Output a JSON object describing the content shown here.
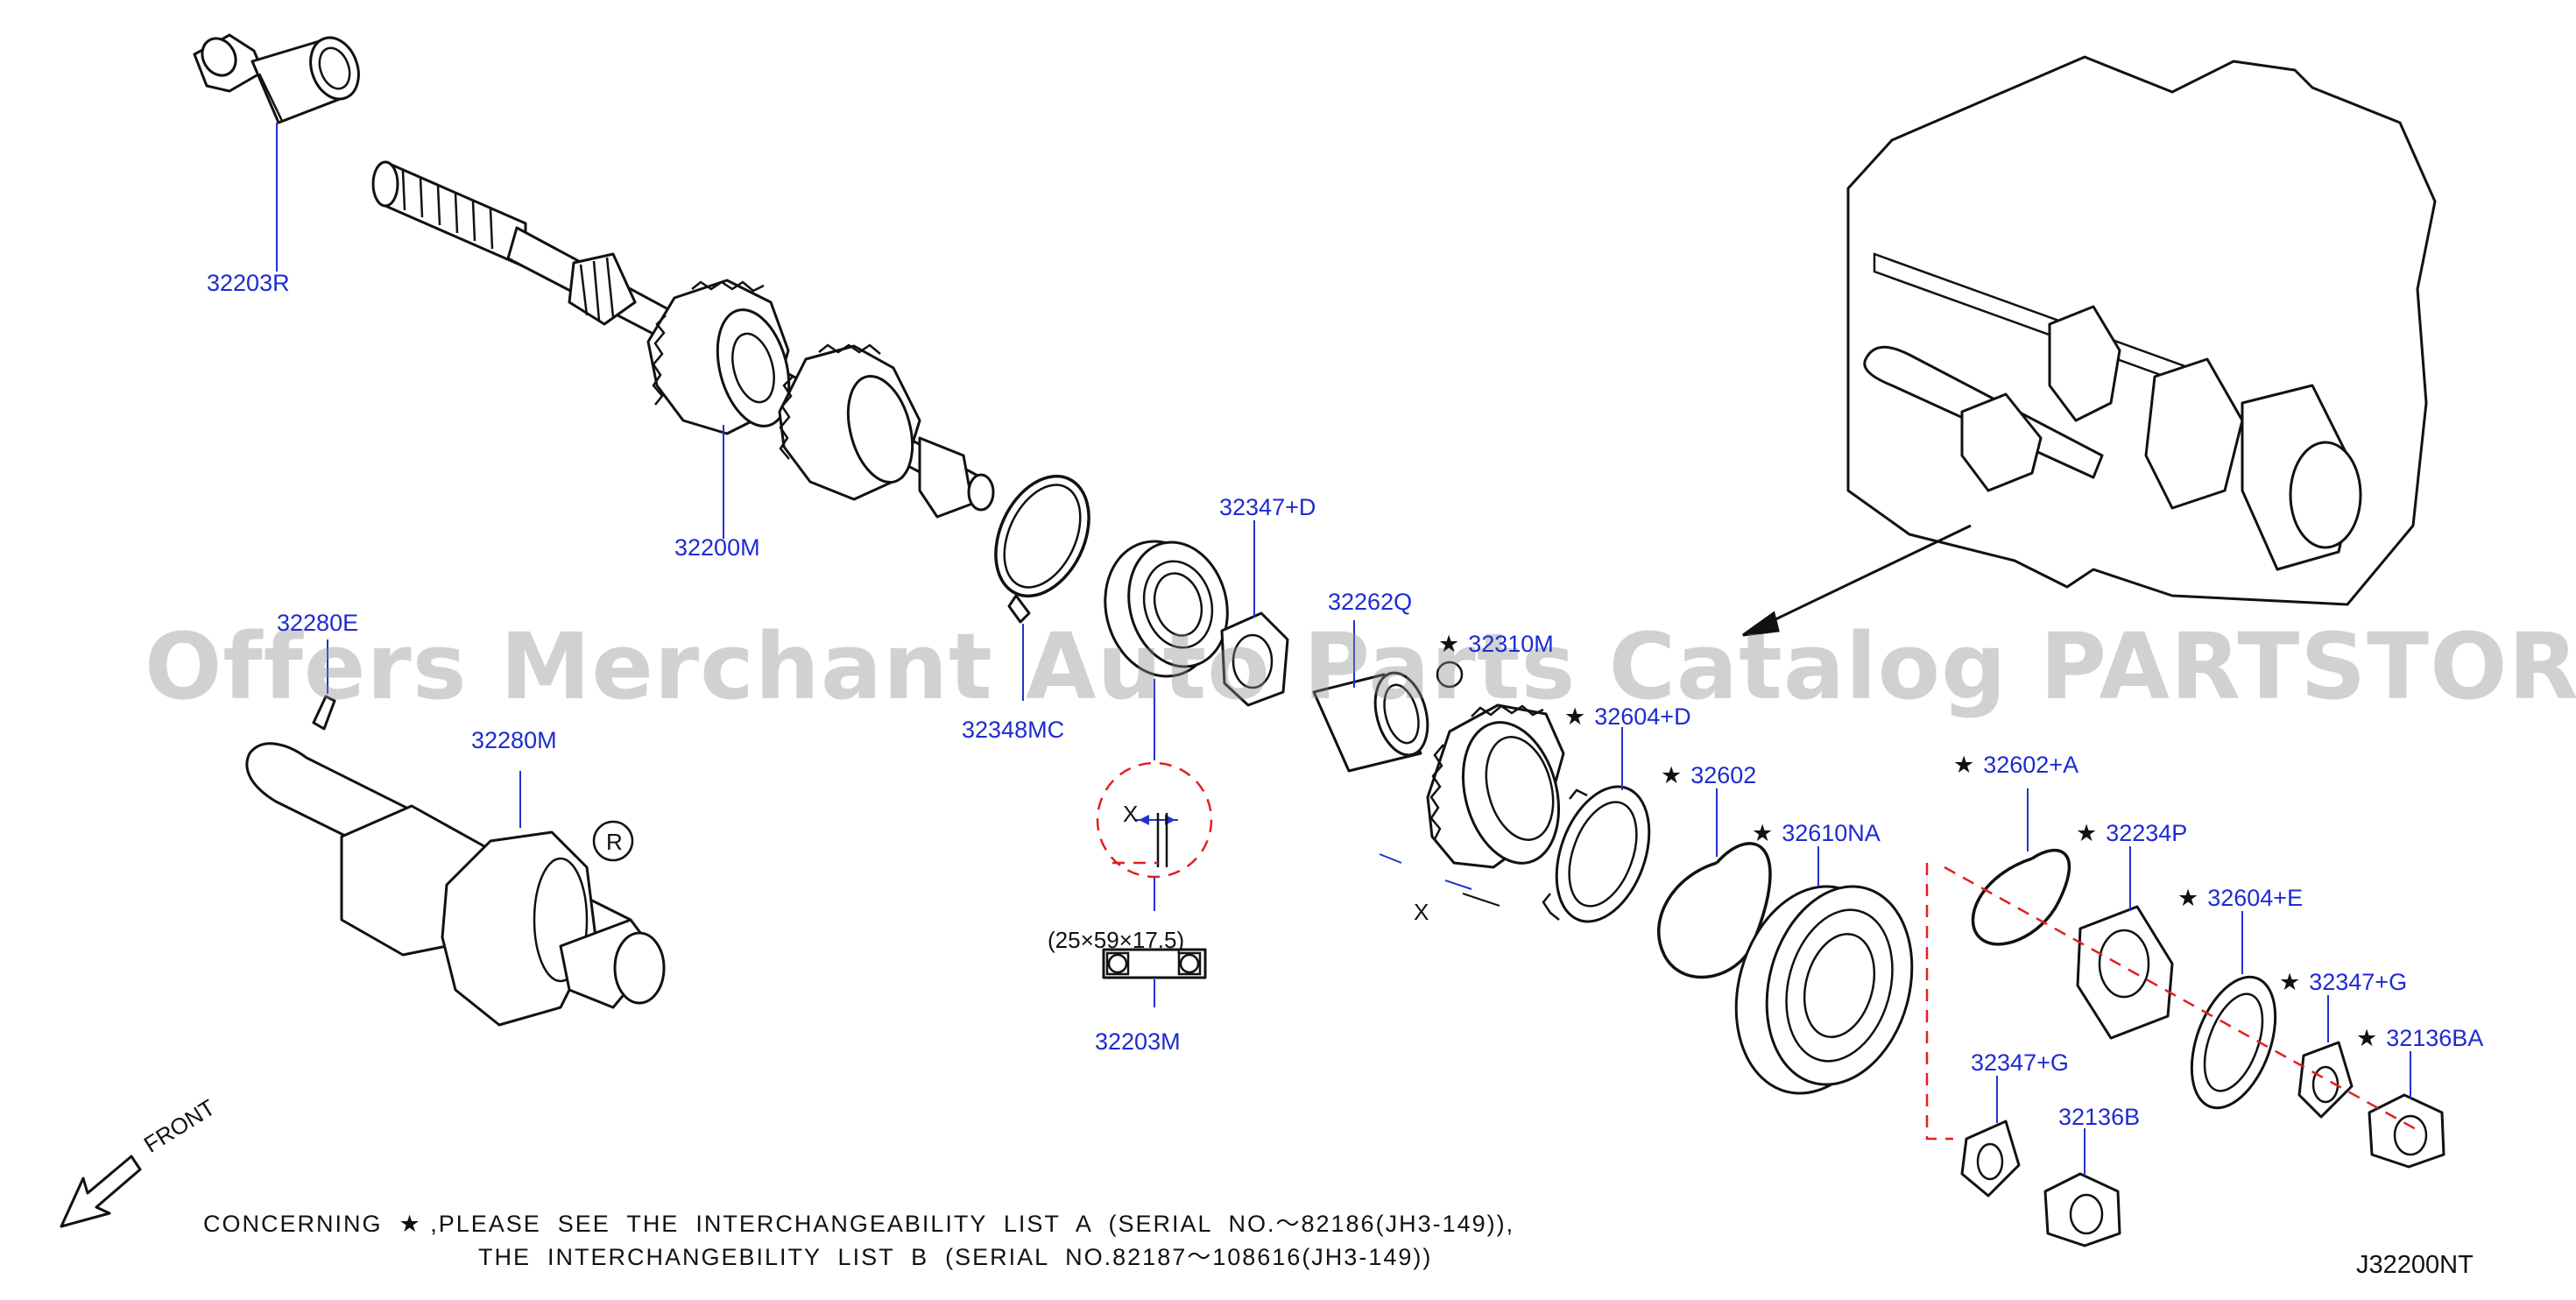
{
  "watermark": "Offers Merchant Auto Parts Catalog PARTSTORE.SA",
  "labels": {
    "p32203R": "32203R",
    "p32200M": "32200M",
    "p32280E": "32280E",
    "p32280M": "32280M",
    "p32348MC": "32348MC",
    "p32347D": "32347+D",
    "p32262Q": "32262Q",
    "p32310M": "32310M",
    "p32604D": "32604+D",
    "p32602": "32602",
    "p32610NA": "32610NA",
    "p32602A": "32602+A",
    "p32234P": "32234P",
    "p32604E": "32604+E",
    "p32347G_right": "32347+G",
    "p32136BA": "32136BA",
    "p32347G_left": "32347+G",
    "p32136B": "32136B",
    "p32203M": "32203M"
  },
  "star_symbol": "★",
  "bearing_size": "(25×59×17.5)",
  "dim_x_top": "X",
  "dim_x_gear": "X",
  "r_mark": "R",
  "front_label": "FRONT",
  "note_line1": "CONCERNING  ★ ,PLEASE  SEE  THE  INTERCHANGEABILITY  LIST  A  (SERIAL  NO.～82186(JH3-149)),",
  "note_line2": "THE  INTERCHANGEBILITY  LIST  B  (SERIAL  NO.82187～108616(JH3-149))",
  "diagram_code": "J32200NT"
}
